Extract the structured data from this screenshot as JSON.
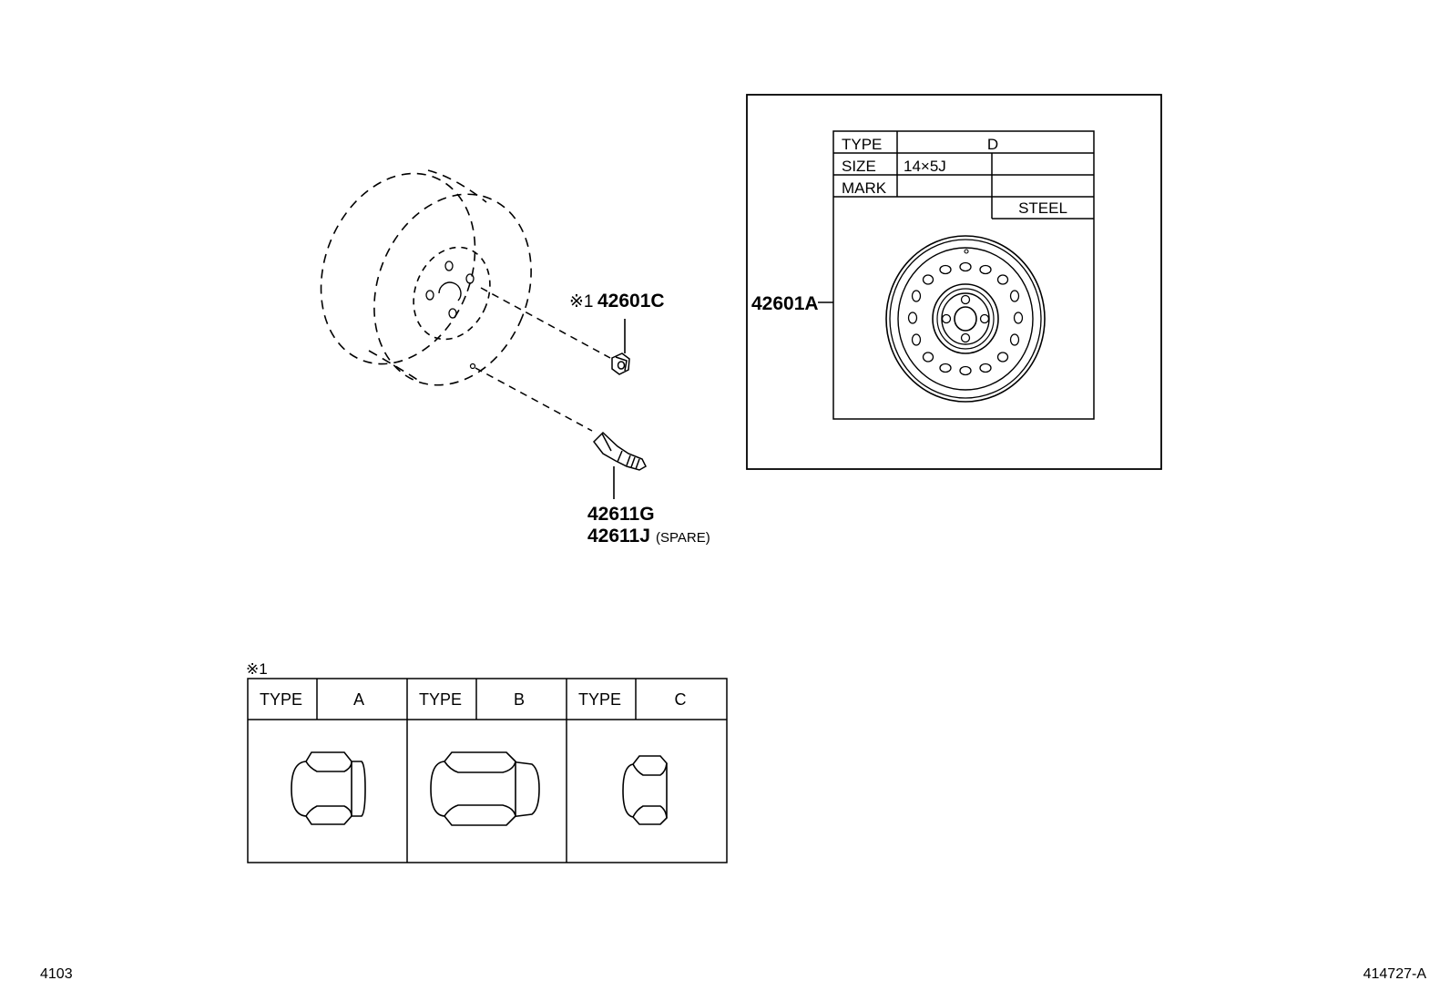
{
  "parts": {
    "nut_marker": "※1",
    "nut_part": "42601C",
    "valve_part_1": "42611G",
    "valve_part_2": "42611J",
    "valve_part_2_note": "(SPARE)",
    "wheel_part": "42601A"
  },
  "wheel_table": {
    "type_label": "TYPE",
    "type_value": "D",
    "size_label": "SIZE",
    "size_value": "14×5J",
    "mark_label": "MARK",
    "mark_value": "",
    "material": "STEEL"
  },
  "nut_table": {
    "marker": "※1",
    "columns": [
      {
        "label": "TYPE",
        "value": "A"
      },
      {
        "label": "TYPE",
        "value": "B"
      },
      {
        "label": "TYPE",
        "value": "C"
      }
    ]
  },
  "footer": {
    "left_code": "4103",
    "right_code": "414727-A"
  }
}
